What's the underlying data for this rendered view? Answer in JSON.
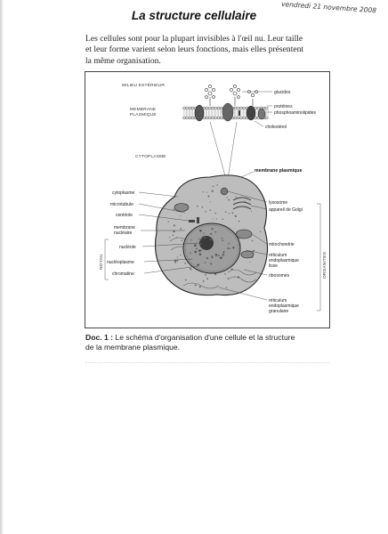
{
  "date_note": "vendredi 21 novembre 2008",
  "title": "La structure cellulaire",
  "intro": {
    "line1": "Les cellules sont pour la plupart invisibles à l'œil nu. Leur taille",
    "line2": "et leur forme varient selon leurs fonctions, mais elles présentent",
    "line3": "la même organisation."
  },
  "figure": {
    "milieu_exterieur": "MILIEU EXTÉRIEUR",
    "membrane_plasmique_line1": "MEMBRANE",
    "membrane_plasmique_line2": "PLASMIQUE",
    "glucides": "glucides",
    "proteines": "protéines",
    "phospholipides": "phosphoaminolipides",
    "cholesterol": "cholestérol",
    "cytoplasme_section": "CYTOPLASME",
    "membrane_plasmique_label": "membrane plasmique",
    "left_labels": {
      "cytoplasme": "cytoplasme",
      "microtubule": "microtubule",
      "centriole": "centriole",
      "membrane_nucleaire_line1": "membrane",
      "membrane_nucleaire_line2": "nucléaire",
      "nucleole": "nucléole",
      "nucleoplasme": "nucléoplasme",
      "chromatine": "chromatine",
      "noyau": "NOYAU"
    },
    "right_labels": {
      "lysosome": "lysosome",
      "golgi": "appareil de Golgi",
      "mitochondrie": "mitochondrie",
      "rel_line1": "réticulum",
      "rel_line2": "endoplasmique",
      "rel_line3": "lisse",
      "ribosomes": "ribosomes",
      "reg_line1": "réticulum",
      "reg_line2": "endoplasmique",
      "reg_line3": "granulaire",
      "organites": "ORGANITES"
    }
  },
  "caption": {
    "doc_num": "Doc. 1 :",
    "line1_rest": " Le schéma d'organisation d'une cellule et la structure",
    "line2": "de la membrane plasmique."
  }
}
